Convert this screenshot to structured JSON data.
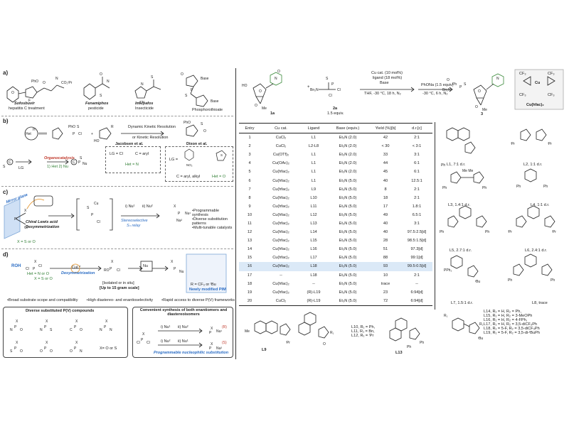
{
  "panel_a": {
    "label": "a)",
    "drugs": [
      {
        "name": "Sofosbuvir",
        "use": "hepatitis C treatment"
      },
      {
        "name": "Fenamiphos",
        "use": "pesticide"
      },
      {
        "name": "Imicyafos",
        "use": "Insecticide"
      },
      {
        "name": "Phosphorothioate",
        "use": ""
      }
    ]
  },
  "panel_b": {
    "label": "b)",
    "dkr": "Dynamic Kinetic Resolution",
    "kr": "or Kinetic Resolution",
    "org_title": "Organocatalysis",
    "org_steps": "1) Het     2) Nu",
    "jacobsen": "Jacobsen et al.",
    "jacobsen_lg": "LG = Cl",
    "jacobsen_c": "C = aryl",
    "jacobsen_het": "Het = N",
    "dixon": "Dixon et al.",
    "dixon_lg": "LG =",
    "dixon_c": "C = aryl, alkyl",
    "dixon_het": "Het = O",
    "lg_label": "LG",
    "c_label": "C"
  },
  "panel_c": {
    "label": "c)",
    "mirror": "Mirror plane",
    "chiral_lewis": "Chiral Lewis acid",
    "desym": "Desymmetrization",
    "x_label": "X = S or O",
    "step1": "i) Nu¹",
    "step2": "ii) Nu²",
    "stereo1": "Stereoselective",
    "stereo2": "Sₙ relay",
    "bullets": [
      "Programmable synthesis",
      "Diverse substitution patterns",
      "Multi-tunable catalysts"
    ]
  },
  "panel_d": {
    "label": "d)",
    "roh": "ROH",
    "het": "Het = N or O",
    "x": "X = S or O",
    "cu": "CuL*",
    "desym": "Desymmetrization",
    "isolated": "[Isolated or in situ]",
    "scale": "[Up to 15 gram scale]",
    "nu": "Nu",
    "pim_note": "R = CF₃ or ᵗBu",
    "pim_title": "Newly modified PIM",
    "bullets": [
      "Broad substrate scope and compatibility",
      "High diastereo- and enantioselectivity",
      "Rapid access to diverse P(V) frameworks"
    ],
    "box1_title": "Diverse substituted P(V) compounds",
    "box1_x": "X= O or S",
    "box2_title": "Convenient synthesis of both enantiomers and diastereoisomers",
    "box2_steps": [
      "i) Nu¹",
      "ii) Nu²",
      "i) Nu²",
      "ii) Nu¹"
    ],
    "box2_caption": "Programmable nucleophilic substitution"
  },
  "scheme": {
    "sm1": "1a",
    "sm2": "2a",
    "sm2_equiv": "1.5 equiv.",
    "reagent_top": [
      "Cu cat. (10 mol%)",
      "ligand (18 mol%)",
      "Base"
    ],
    "reagent_bottom": "THF, -30 °C, 18 h, N₂",
    "reagent2_top": "PhONa (1.5 equiv)",
    "reagent2_bottom": "-30 °C, 6 h, N₂",
    "product": "3",
    "plus": "+",
    "cu_box_label": "Cu(hfac)₂",
    "cf3": "CF₃",
    "cu_center": "Cu"
  },
  "table": {
    "headers": [
      "Entry",
      "Cu cat.",
      "Ligand",
      "Base (equiv.)",
      "Yield (%)[b]",
      "d.r.[c]"
    ],
    "rows": [
      [
        "1",
        "CuCl₂",
        "L1",
        "Et₃N (2.0)",
        "42",
        "2:1"
      ],
      [
        "2",
        "CuCl₂",
        "L2-L8",
        "Et₃N (2.0)",
        "< 30",
        "< 3:1"
      ],
      [
        "3",
        "Cu(OTf)₂",
        "L1",
        "Et₃N (2.0)",
        "33",
        "3:1"
      ],
      [
        "4",
        "Cu(OAc)₂",
        "L1",
        "Et₃N (2.0)",
        "44",
        "6:1"
      ],
      [
        "5",
        "Cu(hfac)₂",
        "L1",
        "Et₃N (2.0)",
        "45",
        "6:1"
      ],
      [
        "6",
        "Cu(hfac)₂",
        "L1",
        "Et₃N (5.0)",
        "40",
        "12.5:1"
      ],
      [
        "7",
        "Cu(hfac)₂",
        "L9",
        "Et₃N (5.0)",
        "8",
        "2:1"
      ],
      [
        "8",
        "Cu(hfac)₂",
        "L10",
        "Et₃N (5.0)",
        "18",
        "2:1"
      ],
      [
        "9",
        "Cu(hfac)₂",
        "L11",
        "Et₃N (5.0)",
        "17",
        "1.8:1"
      ],
      [
        "10",
        "Cu(hfac)₂",
        "L12",
        "Et₃N (5.0)",
        "49",
        "6.5:1"
      ],
      [
        "11",
        "Cu(hfac)₂",
        "L13",
        "Et₃N (5.0)",
        "40",
        "3:1"
      ],
      [
        "12",
        "Cu(hfac)₂",
        "L14",
        "Et₃N (5.0)",
        "40",
        "97.5:2.5[d]"
      ],
      [
        "13",
        "Cu(hfac)₂",
        "L15",
        "Et₃N (5.0)",
        "28",
        "98.5:1.5[d]"
      ],
      [
        "14",
        "Cu(hfac)₂",
        "L16",
        "Et₃N (5.0)",
        "51",
        "97.3[d]"
      ],
      [
        "15",
        "Cu(hfac)₂",
        "L17",
        "Et₃N (5.0)",
        "88",
        "99:1[d]"
      ],
      [
        "16",
        "Cu(hfac)₂",
        "L18",
        "Et₃N (5.0)",
        "93",
        "99.5:0.5[d]"
      ],
      [
        "17",
        "--",
        "L18",
        "Et₃N (5.0)",
        "10",
        "2:1"
      ],
      [
        "18",
        "Cu(hfac)₂",
        "--",
        "Et₃N (5.0)",
        "trace",
        "--"
      ],
      [
        "19",
        "Cu(hfac)₂",
        "(R)-L19",
        "Et₃N (5.0)",
        "23",
        "6:94[d]"
      ],
      [
        "20",
        "CuCl₂",
        "(R)-L19",
        "Et₃N (5.0)",
        "72",
        "6:94[d]"
      ]
    ],
    "highlight_row": 15
  },
  "ligands": {
    "L1": "L1, 7:1 d.r.",
    "L2": "L2, 1:1 d.r.",
    "L3": "L3, 1.4:1 d.r.",
    "L4": "L4, 1:1 d.r.",
    "L5": "L5, 2.7:1 d.r.",
    "L6": "L6, 2.4:1 d.r.",
    "L7": "L7, 1.5:1 d.r.",
    "L8": "L8, trace",
    "L9": "L9",
    "L10_12": [
      "L10, R₁ = Ph,",
      "L11, R₁ = Bn,",
      "L12, R₁ = ⁱPr"
    ],
    "L13": "L13",
    "L14_19": [
      "L14, R₁ = H,  R₂ = Ph,",
      "L15, R₁ = H,  R₂ = 3-MeOPh",
      "L16, R₁ = H,  R₂ = 4-FPh,",
      "L17, R₁ = H,  R₂ = 3,5-diCF₃Ph",
      "L18, R₁ = 5-F, R₂ = 3,5-diCF₃Ph",
      "L19, R₁ = 5-F, R₂ = 3,5-di-ᵗBuPh"
    ],
    "iPr": "ⁱPr",
    "Ph": "Ph",
    "tBu": "ᵗBu",
    "Me": "Me"
  }
}
